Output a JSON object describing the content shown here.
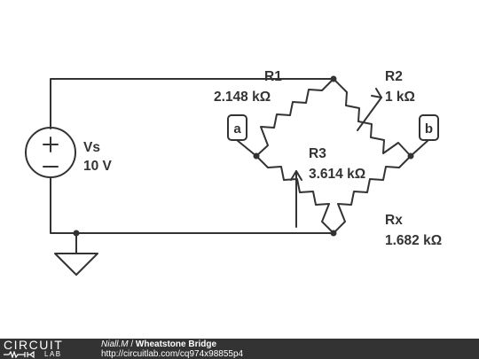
{
  "source": {
    "label": "Vs",
    "value": "10 V"
  },
  "resistors": [
    {
      "id": "R1",
      "label": "R1",
      "value": "2.148 kΩ",
      "variable": false
    },
    {
      "id": "R2",
      "label": "R2",
      "value": "1 kΩ",
      "variable": true
    },
    {
      "id": "R3",
      "label": "R3",
      "value": "3.614 kΩ",
      "variable": true
    },
    {
      "id": "Rx",
      "label": "Rx",
      "value": "1.682 kΩ",
      "variable": false
    }
  ],
  "probes": {
    "a": "a",
    "b": "b"
  },
  "footer": {
    "logo_top": "CIRCUIT",
    "logo_bottom": "LAB",
    "author": "Niall.M",
    "separator": " / ",
    "title": "Wheatstone Bridge",
    "url": "http://circuitlab.com/cq974x98855p4"
  },
  "colors": {
    "ink": "#333333",
    "background": "#ffffff",
    "footer": "#333333"
  }
}
